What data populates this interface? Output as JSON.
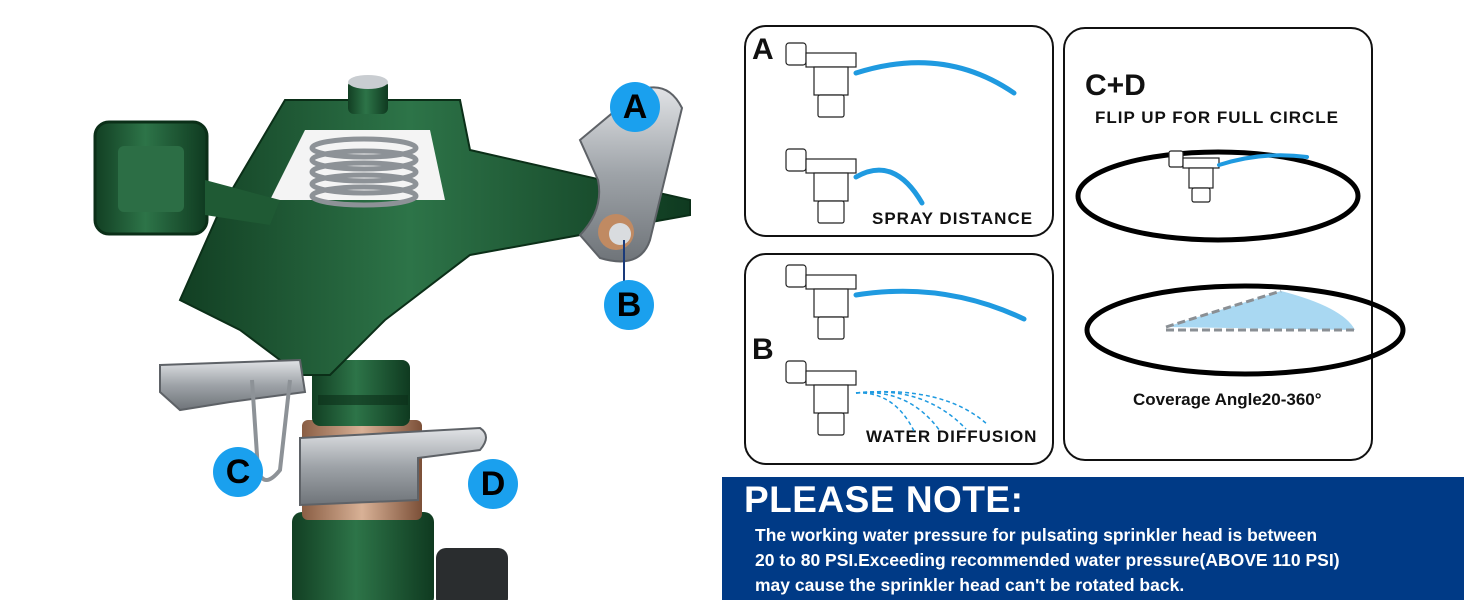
{
  "callouts": {
    "a": "A",
    "b": "B",
    "c": "C",
    "d": "D"
  },
  "panel_a": {
    "letter": "A",
    "caption": "SPRAY DISTANCE"
  },
  "panel_b": {
    "letter": "B",
    "caption": "WATER DIFFUSION"
  },
  "panel_cd": {
    "letter": "C+D",
    "caption_top": "FLIP UP FOR FULL CIRCLE",
    "caption_bottom": "Coverage Angle20-360°"
  },
  "note": {
    "title": "PLEASE NOTE:",
    "lines": [
      "The working water pressure for pulsating sprinkler head is between",
      "20 to 80 PSI.Exceeding recommended water pressure(ABOVE 110 PSI)",
      "may cause the sprinkler head can't be rotated back."
    ]
  },
  "colors": {
    "sprinkler_green": "#1f5a34",
    "metal": "#a9adb2",
    "brass": "#b88a68",
    "callout_blue": "#1aa0ee",
    "water_blue": "#1f9ae0",
    "coverage_fill": "#a9d8f2",
    "note_bg": "#003a86"
  }
}
